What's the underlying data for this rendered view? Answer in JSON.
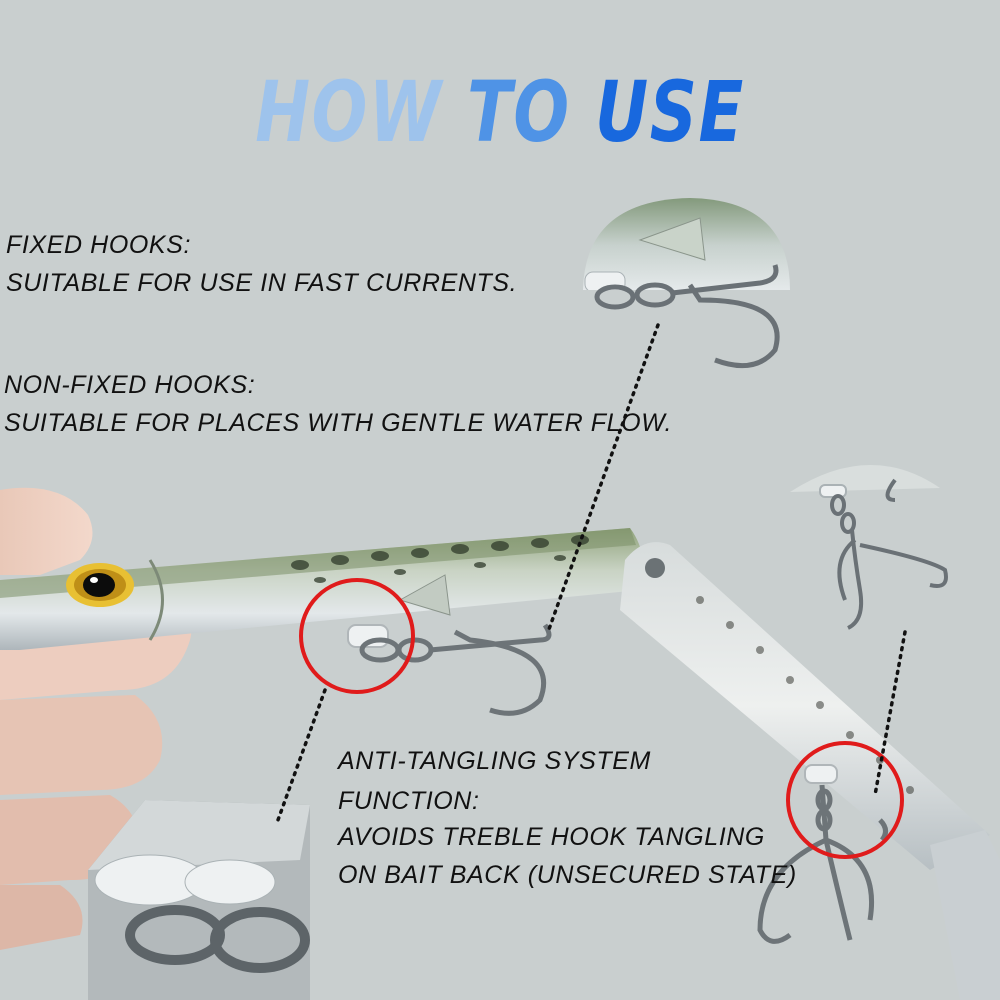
{
  "headline": {
    "w1": "HOW",
    "w2": "TO",
    "w3": "USE"
  },
  "fixed": {
    "title": "FIXED HOOKS:",
    "desc": "SUITABLE FOR USE IN FAST CURRENTS."
  },
  "nonfixed": {
    "title": "NON-FIXED HOOKS:",
    "desc": "SUITABLE FOR PLACES WITH GENTLE WATER FLOW."
  },
  "anti": {
    "line1": "ANTI-TANGLING SYSTEM",
    "line2": "FUNCTION:",
    "line3": "AVOIDS TREBLE HOOK TANGLING",
    "line4": "ON BAIT BACK (UNSECURED STATE)"
  },
  "colors": {
    "background": "#c9cfcf",
    "title_blue": "#1868de",
    "highlight_red": "#e01b1b"
  }
}
